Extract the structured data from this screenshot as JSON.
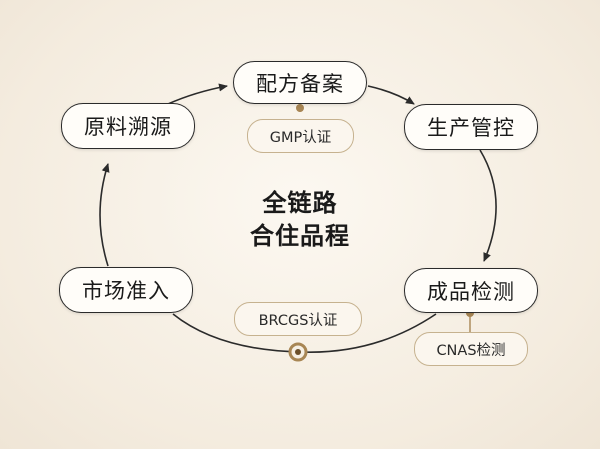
{
  "nodes": {
    "formula": "配方备案",
    "production": "生产管控",
    "inspection": "成品检测",
    "market": "市场准入",
    "sourcing": "原料溯源"
  },
  "tags": {
    "gmp": "GMP认证",
    "cnas": "CNAS检测",
    "brcgs": "BRCGS认证"
  },
  "center": {
    "line1": "全链路",
    "line2": "合住品程"
  },
  "colors": {
    "node_border": "#2b2b2b",
    "tag_border": "#c6b28f",
    "accent_dot": "#a88654",
    "line": "#2b2b2b"
  }
}
